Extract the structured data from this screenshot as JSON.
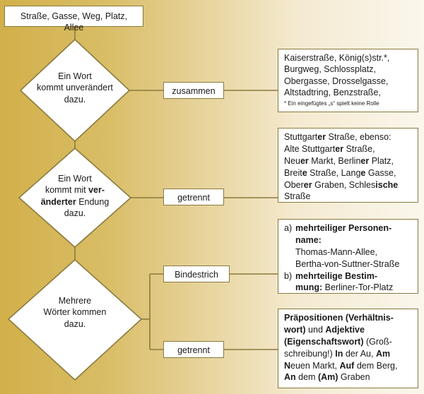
{
  "title": "Straße, Gasse, Weg, Platz, Allee",
  "decisions": [
    {
      "lines": [
        "Ein Wort",
        "kommt unverändert",
        "dazu."
      ]
    },
    {
      "lines": [
        "Ein Wort",
        "kommt mit ver-",
        "änderter Endung",
        "dazu."
      ]
    },
    {
      "lines": [
        "Mehrere",
        "Wörter kommen",
        "dazu."
      ]
    }
  ],
  "connectors": {
    "zusammen": "zusammen",
    "getrennt_1": "getrennt",
    "bindestrich": "Bindestrich",
    "getrennt_2": "getrennt"
  },
  "results": {
    "zusammen": {
      "lines": [
        "Kaiserstraße, König(s)str.*,",
        "Burgweg, Schlossplatz,",
        "Obergasse, Drosselgasse,",
        "Altstadtring, Benzstraße,"
      ],
      "footnote": "* Ein eingefügtes „s“ spielt keine Rolle"
    },
    "getrennt": {
      "l1a": "Stuttgart",
      "l1b": "er",
      "l1c": " Straße, ebenso:",
      "l2a": "Alte Stuttgart",
      "l2b": "er",
      "l2c": " Straße,",
      "l3a": "Neu",
      "l3b": "er",
      "l3c": " Markt, Berlin",
      "l3d": "er",
      "l3e": " Platz,",
      "l4a": "Breit",
      "l4b": "e",
      "l4c": " Straße, Lang",
      "l4d": "e",
      "l4e": " Gasse,",
      "l5a": "Ober",
      "l5b": "er",
      "l5c": " Graben, Schles",
      "l5d": "ische",
      "l6": "Straße"
    },
    "bindestrich": {
      "a_label": "a)",
      "a_bold_1": "mehrteiliger Personen-",
      "a_bold_2": "name:",
      "a_ex_1": "Thomas-Mann-Allee,",
      "a_ex_2": "Bertha-von-Suttner-Straße",
      "b_label": "b)",
      "b_bold_1": "mehrteilige Bestim-",
      "b_bold_2": "mung:",
      "b_ex": " Berliner-Tor-Platz"
    },
    "getrennt_2": {
      "l1": "Präpositionen (Verhältnis-",
      "l2a": "wort)",
      "l2b": " und ",
      "l2c": "Adjektive",
      "l3a": "(Eigenschaftswort)",
      "l3b": " (Groß-",
      "l4a": "schreibung!) ",
      "l4b": "In",
      "l4c": " der Au, ",
      "l4d": "Am",
      "l5a": "N",
      "l5b": "euen Markt, ",
      "l5c": "Auf",
      "l5d": " dem Berg,",
      "l6a": "An",
      "l6b": " dem ",
      "l6c": "(Am)",
      "l6d": " Graben"
    }
  }
}
